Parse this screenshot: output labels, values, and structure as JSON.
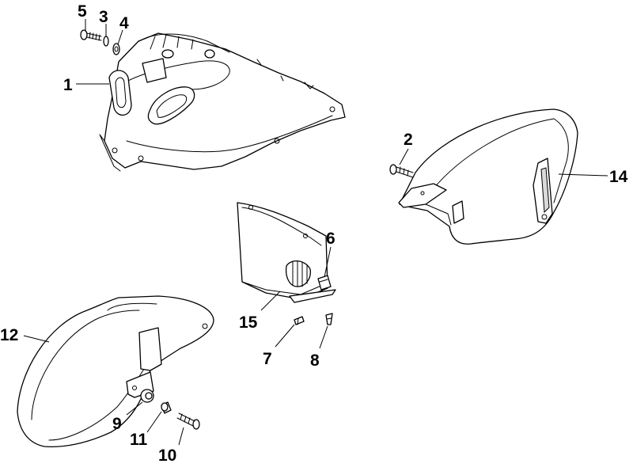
{
  "callouts": {
    "c1": "1",
    "c2": "2",
    "c3": "3",
    "c4": "4",
    "c5": "5",
    "c6": "6",
    "c7": "7",
    "c8": "8",
    "c9": "9",
    "c10": "10",
    "c11": "11",
    "c12": "12",
    "c14": "14",
    "c15": "15"
  },
  "colors": {
    "line": "#000000",
    "background": "#ffffff",
    "shade": "#d9d9d9"
  }
}
